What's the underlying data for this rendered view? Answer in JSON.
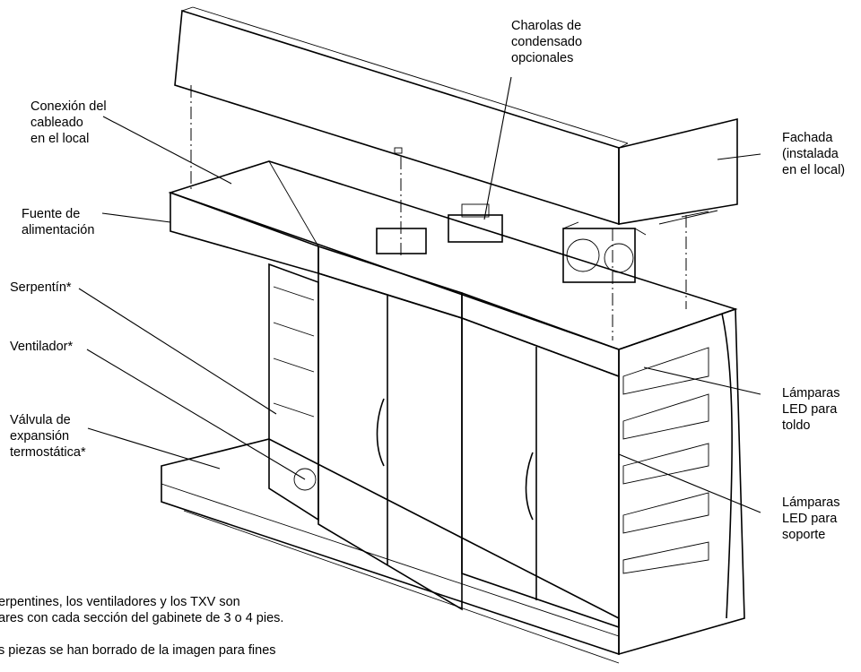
{
  "labels": {
    "conexion": [
      "Conexión del",
      "cableado",
      "en el local"
    ],
    "fuente": [
      "Fuente de",
      "alimentación"
    ],
    "serpentin": [
      "Serpentín*"
    ],
    "ventilador": [
      "Ventilador*"
    ],
    "valvula": [
      "Válvula de",
      "expansión",
      "termostática*"
    ],
    "charolas": [
      "Charolas de",
      "condensado",
      "opcionales"
    ],
    "fachada": [
      "Fachada",
      "(instalada",
      "en el local)"
    ],
    "lamparas_toldo": [
      "Lámparas",
      "LED para",
      "toldo"
    ],
    "lamparas_soporte": [
      "Lámparas",
      "LED para",
      "soporte"
    ]
  },
  "footnotes": [
    "erpentines, los ventiladores y los TXV son",
    "ares con cada sección del gabinete de 3 o 4 pies.",
    "s piezas se han borrado de la imagen para fines"
  ]
}
